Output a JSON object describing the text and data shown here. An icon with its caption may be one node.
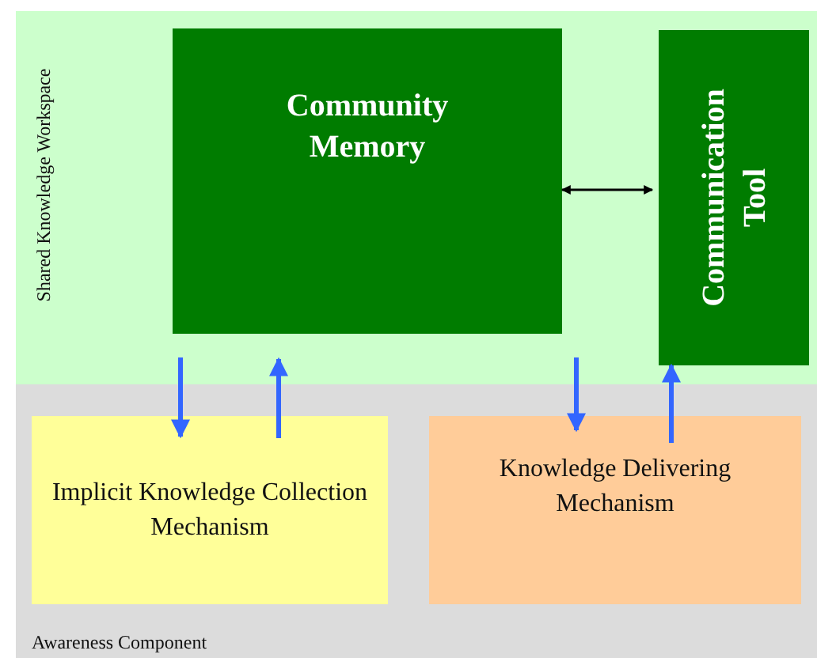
{
  "diagram": {
    "nodes": [
      {
        "text": [
          "Shared Knowledge Workspace"
        ]
      },
      {
        "text": [
          "Community Memory"
        ],
        "in": 0
      },
      {
        "text": [
          "Communication Tool"
        ],
        "in": 0
      },
      {
        "text": [
          "Awareness Component"
        ]
      },
      {
        "text": [
          "Implicit Knowledge Collection Mechanism"
        ],
        "in": 3
      },
      {
        "text": [
          "Knowledge Delivering Mechanism"
        ],
        "in": 3
      }
    ],
    "edges": [
      {
        "from": 1,
        "to": 2,
        "arrow": "both",
        "color": "#000000"
      },
      {
        "from": 1,
        "to": 4,
        "arrow": "to"
      },
      {
        "from": 4,
        "to": 1,
        "arrow": "to"
      },
      {
        "from": 1,
        "to": 5,
        "arrow": "to"
      },
      {
        "from": 5,
        "to": 2,
        "arrow": "to"
      }
    ]
  }
}
